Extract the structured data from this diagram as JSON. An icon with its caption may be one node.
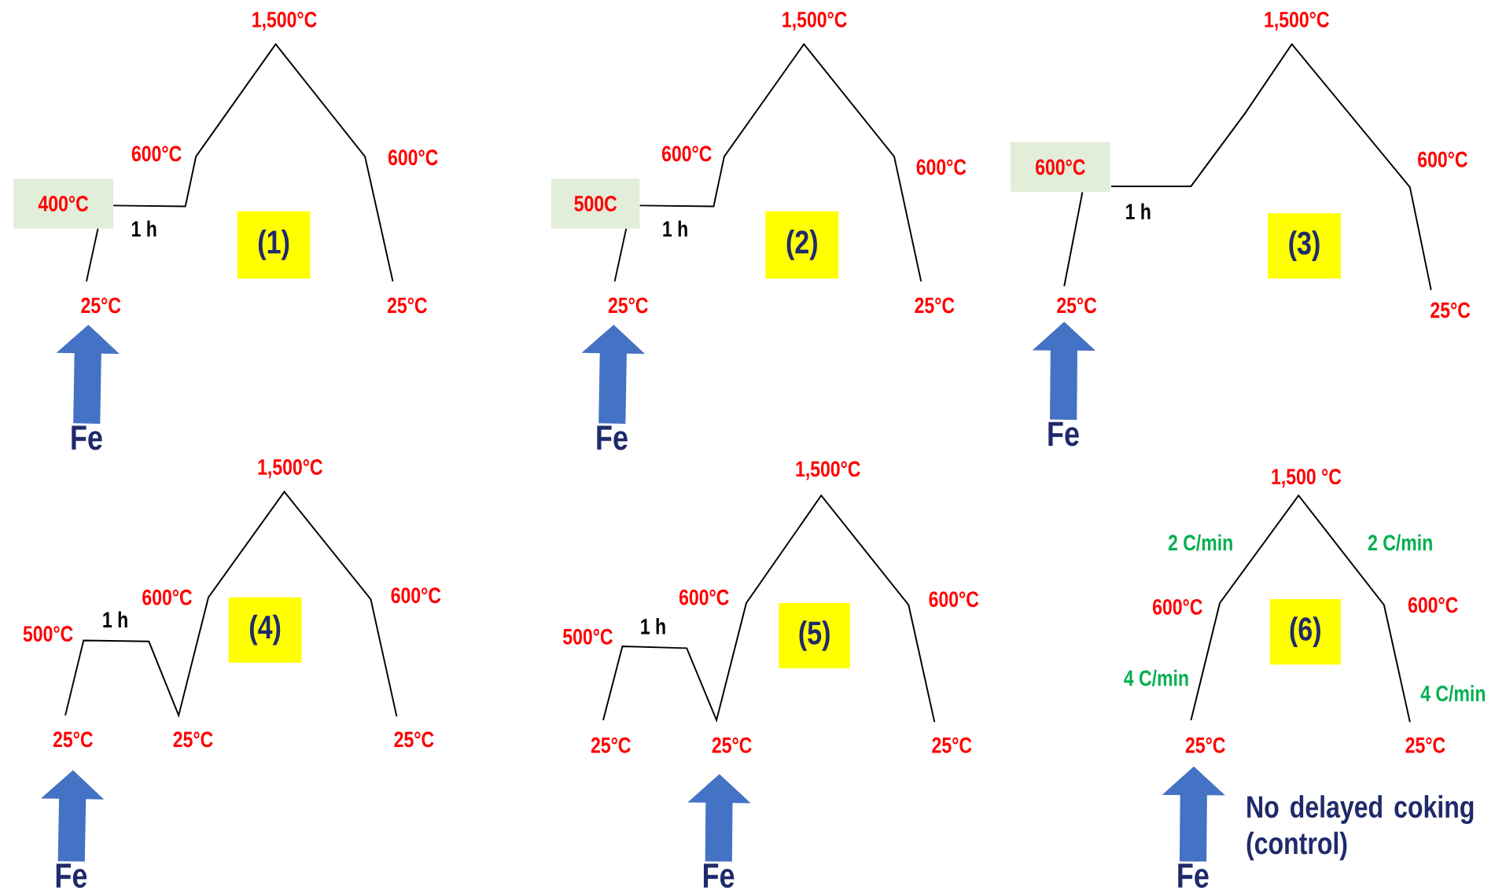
{
  "diagram": {
    "nodes": [
      {
        "text": [
          "400°C"
        ]
      },
      {
        "text": [
          "(1)"
        ]
      },
      {
        "text": [
          "Fe"
        ]
      },
      {
        "text": [
          "500C"
        ]
      },
      {
        "text": [
          "(2)"
        ]
      },
      {
        "text": [
          "Fe"
        ]
      },
      {
        "text": [
          "600°C"
        ]
      },
      {
        "text": [
          "(3)"
        ]
      },
      {
        "text": [
          "Fe"
        ]
      },
      {
        "text": [
          "(4)"
        ]
      },
      {
        "text": [
          "Fe"
        ]
      },
      {
        "text": [
          "(5)"
        ]
      },
      {
        "text": [
          "Fe"
        ]
      },
      {
        "text": [
          "(6)"
        ]
      },
      {
        "text": [
          "Fe"
        ]
      }
    ],
    "edges": [
      {
        "from": 2,
        "to": null,
        "arrow": "to"
      },
      {
        "from": 5,
        "to": null,
        "arrow": "to"
      },
      {
        "from": 8,
        "to": null,
        "arrow": "to"
      },
      {
        "from": 10,
        "to": null,
        "arrow": "to"
      },
      {
        "from": 12,
        "to": null,
        "arrow": "to"
      },
      {
        "from": 14,
        "to": null,
        "arrow": "to"
      }
    ],
    "labels": [
      "1,500°C",
      "600°C",
      "600°C",
      "1 h",
      "25°C",
      "25°C",
      "1,500°C",
      "600°C",
      "600°C",
      "1 h",
      "25°C",
      "25°C",
      "1,500°C",
      "1 h",
      "600°C",
      "25°C",
      "25°C",
      "1,500°C",
      "600°C",
      "600°C",
      "500°C",
      "1 h",
      "25°C",
      "25°C",
      "25°C",
      "1,500°C",
      "600°C",
      "600°C",
      "500°C",
      "1 h",
      "25°C",
      "25°C",
      "25°C",
      "1,500 °C",
      "2 C/min",
      "2 C/min",
      "600°C",
      "600°C",
      "4 C/min",
      "4 C/min",
      "25°C",
      "25°C",
      "No delayed coking (control)"
    ]
  }
}
